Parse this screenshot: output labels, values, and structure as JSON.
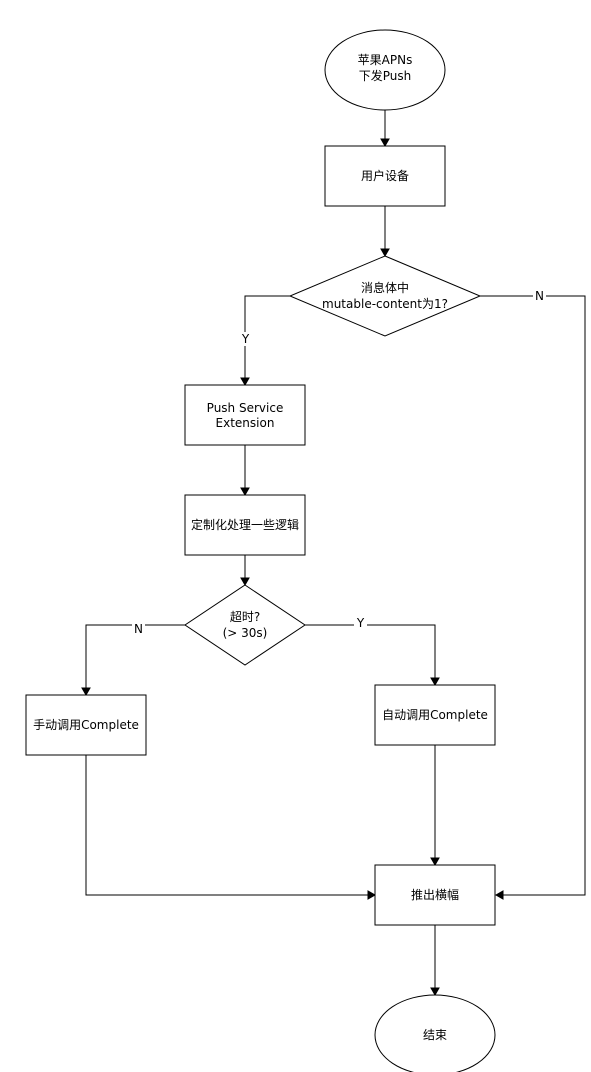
{
  "nodes": {
    "start": {
      "lines": [
        "苹果APNs",
        "下发Push"
      ]
    },
    "device": {
      "lines": [
        "用户设备"
      ]
    },
    "check_mutable": {
      "lines": [
        "消息体中",
        "mutable-content为1?"
      ]
    },
    "extension": {
      "lines": [
        "Push Service",
        "Extension"
      ]
    },
    "custom_logic": {
      "lines": [
        "定制化处理一些逻辑"
      ]
    },
    "timeout": {
      "lines": [
        "超时?",
        "(> 30s)"
      ]
    },
    "manual_complete": {
      "lines": [
        "手动调用Complete"
      ]
    },
    "auto_complete": {
      "lines": [
        "自动调用Complete"
      ]
    },
    "banner": {
      "lines": [
        "推出横幅"
      ]
    },
    "end": {
      "lines": [
        "结束"
      ]
    }
  },
  "edge_labels": {
    "mutable_yes": "Y",
    "mutable_no": "N",
    "timeout_no": "N",
    "timeout_yes": "Y"
  }
}
